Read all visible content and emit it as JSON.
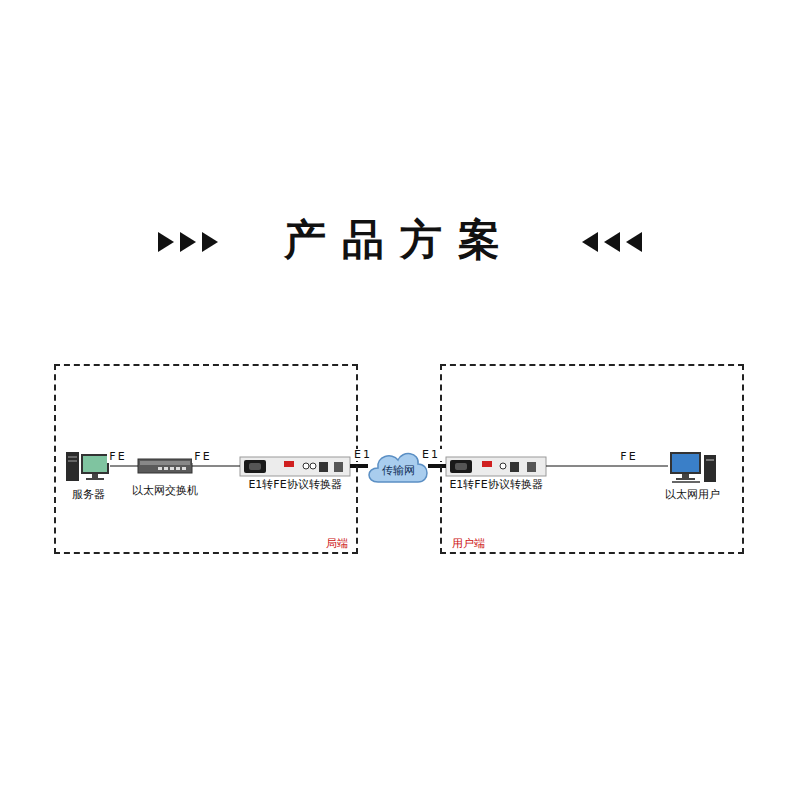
{
  "diagram": {
    "title": "产品方案",
    "nodes": [
      {
        "text": [
          "局端"
        ]
      },
      {
        "text": [
          "服务器"
        ],
        "in": 0
      },
      {
        "text": [
          "以太网交换机"
        ],
        "in": 0
      },
      {
        "text": [
          "E1转FE协议转换器"
        ],
        "in": 0
      },
      {
        "text": [
          "传输网"
        ]
      },
      {
        "text": [
          "用户端"
        ]
      },
      {
        "text": [
          "E1转FE协议转换器"
        ],
        "in": 5
      },
      {
        "text": [
          "以太网用户"
        ],
        "in": 5
      }
    ],
    "edges": [
      {
        "from": 1,
        "to": 2,
        "label": "FE",
        "arrow": "none"
      },
      {
        "from": 2,
        "to": 3,
        "label": "FE",
        "arrow": "none"
      },
      {
        "from": 3,
        "to": 4,
        "label": "E1",
        "arrow": "none"
      },
      {
        "from": 4,
        "to": 6,
        "label": "E1",
        "arrow": "none"
      },
      {
        "from": 6,
        "to": 7,
        "label": "FE",
        "arrow": "none"
      }
    ]
  }
}
